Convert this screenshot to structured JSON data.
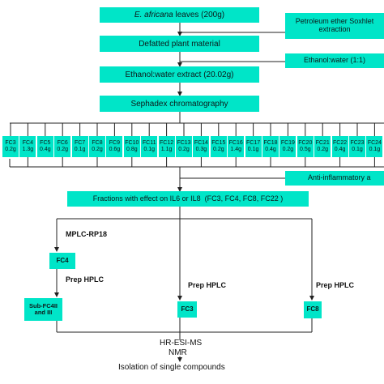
{
  "steps": {
    "leaves_italic": "E. africana",
    "leaves_rest": " leaves (200g)",
    "petroleum": "Petroleum ether Soxhlet extraction",
    "defatted": "Defatted plant material",
    "ethanol_water": "Ethanol:water (1:1)",
    "extract": "Ethanol:water extract (20.02g)",
    "sephadex": "Sephadex chromatography",
    "anti_inflammatory": "Anti-inflammatory a",
    "fractions_effect": "Fractions with effect on IL6 or IL8  (FC3, FC4, FC8, FC22 )",
    "mplc": "MPLC-RP18",
    "fc4": "FC4",
    "prep_hplc": "Prep HPLC",
    "sub_fc4": "Sub-FC4II and III",
    "fc3": "FC3",
    "fc8": "FC8",
    "hr_esi": "HR-ESI-MS",
    "nmr": "NMR",
    "isolation": "Isolation of single compounds"
  },
  "fractions": [
    {
      "name": "FC3",
      "mass": "0.2g"
    },
    {
      "name": "FC4",
      "mass": "1.3g"
    },
    {
      "name": "FC5",
      "mass": "0.4g"
    },
    {
      "name": "FC6",
      "mass": "0.2g"
    },
    {
      "name": "FC7",
      "mass": "0.1g"
    },
    {
      "name": "FC8",
      "mass": "0.2g"
    },
    {
      "name": "FC9",
      "mass": "0.6g"
    },
    {
      "name": "FC10",
      "mass": "0.8g"
    },
    {
      "name": "FC11",
      "mass": "0.1g"
    },
    {
      "name": "FC12",
      "mass": "1.1g"
    },
    {
      "name": "FC13",
      "mass": "0.2g"
    },
    {
      "name": "FC14",
      "mass": "0.3g"
    },
    {
      "name": "FC15",
      "mass": "0.2g"
    },
    {
      "name": "FC16",
      "mass": "1.4g"
    },
    {
      "name": "FC17",
      "mass": "0.1g"
    },
    {
      "name": "FC18",
      "mass": "0.4g"
    },
    {
      "name": "FC19",
      "mass": "0.2g"
    },
    {
      "name": "FC20",
      "mass": "0.5g"
    },
    {
      "name": "FC21",
      "mass": "0.2g"
    },
    {
      "name": "FC22",
      "mass": "0.4g"
    },
    {
      "name": "FC23",
      "mass": "0.1g"
    },
    {
      "name": "FC24",
      "mass": "0.1g"
    }
  ],
  "colors": {
    "box": "#00e5c8",
    "line": "#222222"
  }
}
